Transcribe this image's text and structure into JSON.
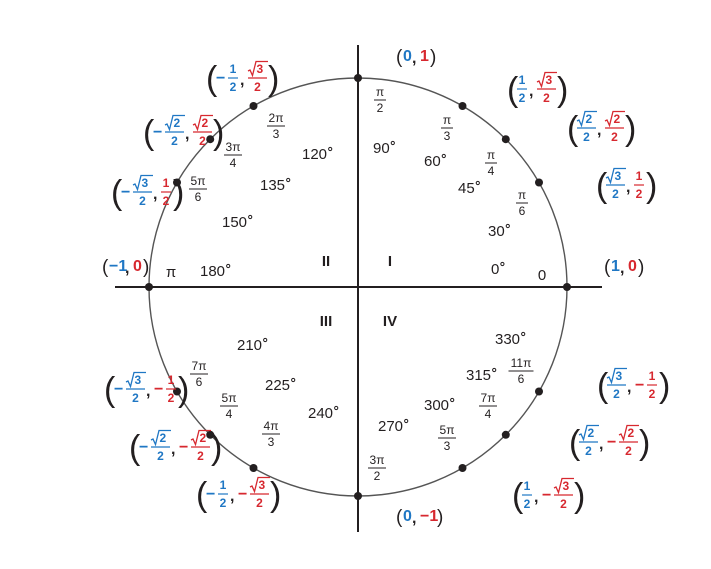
{
  "colors": {
    "x_coordinate": "#1f77c4",
    "y_coordinate": "#d7282f",
    "ink": "#231f20"
  },
  "quadrants": [
    "I",
    "II",
    "III",
    "IV"
  ],
  "points": [
    {
      "deg": "0",
      "rad": {
        "num": "",
        "den": "",
        "plain": "0"
      },
      "x": {
        "sign": "",
        "num": "1",
        "den": "",
        "sqrt": false
      },
      "y": {
        "sign": "",
        "num": "0",
        "den": "",
        "sqrt": false
      }
    },
    {
      "deg": "30",
      "rad": {
        "num": "π",
        "den": "6"
      },
      "x": {
        "sign": "",
        "num": "3",
        "den": "2",
        "sqrt": true
      },
      "y": {
        "sign": "",
        "num": "1",
        "den": "2",
        "sqrt": false
      }
    },
    {
      "deg": "45",
      "rad": {
        "num": "π",
        "den": "4"
      },
      "x": {
        "sign": "",
        "num": "2",
        "den": "2",
        "sqrt": true
      },
      "y": {
        "sign": "",
        "num": "2",
        "den": "2",
        "sqrt": true
      }
    },
    {
      "deg": "60",
      "rad": {
        "num": "π",
        "den": "3"
      },
      "x": {
        "sign": "",
        "num": "1",
        "den": "2",
        "sqrt": false
      },
      "y": {
        "sign": "",
        "num": "3",
        "den": "2",
        "sqrt": true
      }
    },
    {
      "deg": "90",
      "rad": {
        "num": "π",
        "den": "2"
      },
      "x": {
        "sign": "",
        "num": "0",
        "den": "",
        "sqrt": false
      },
      "y": {
        "sign": "",
        "num": "1",
        "den": "",
        "sqrt": false
      }
    },
    {
      "deg": "120",
      "rad": {
        "num": "2π",
        "den": "3"
      },
      "x": {
        "sign": "−",
        "num": "1",
        "den": "2",
        "sqrt": false
      },
      "y": {
        "sign": "",
        "num": "3",
        "den": "2",
        "sqrt": true
      }
    },
    {
      "deg": "135",
      "rad": {
        "num": "3π",
        "den": "4"
      },
      "x": {
        "sign": "−",
        "num": "2",
        "den": "2",
        "sqrt": true
      },
      "y": {
        "sign": "",
        "num": "2",
        "den": "2",
        "sqrt": true
      }
    },
    {
      "deg": "150",
      "rad": {
        "num": "5π",
        "den": "6"
      },
      "x": {
        "sign": "−",
        "num": "3",
        "den": "2",
        "sqrt": true
      },
      "y": {
        "sign": "",
        "num": "1",
        "den": "2",
        "sqrt": false
      }
    },
    {
      "deg": "180",
      "rad": {
        "num": "",
        "den": "",
        "plain": "π"
      },
      "x": {
        "sign": "−",
        "num": "1",
        "den": "",
        "sqrt": false
      },
      "y": {
        "sign": "",
        "num": "0",
        "den": "",
        "sqrt": false
      }
    },
    {
      "deg": "210",
      "rad": {
        "num": "7π",
        "den": "6"
      },
      "x": {
        "sign": "−",
        "num": "3",
        "den": "2",
        "sqrt": true
      },
      "y": {
        "sign": "−",
        "num": "1",
        "den": "2",
        "sqrt": false
      }
    },
    {
      "deg": "225",
      "rad": {
        "num": "5π",
        "den": "4"
      },
      "x": {
        "sign": "−",
        "num": "2",
        "den": "2",
        "sqrt": true
      },
      "y": {
        "sign": "−",
        "num": "2",
        "den": "2",
        "sqrt": true
      }
    },
    {
      "deg": "240",
      "rad": {
        "num": "4π",
        "den": "3"
      },
      "x": {
        "sign": "−",
        "num": "1",
        "den": "2",
        "sqrt": false
      },
      "y": {
        "sign": "−",
        "num": "3",
        "den": "2",
        "sqrt": true
      }
    },
    {
      "deg": "270",
      "rad": {
        "num": "3π",
        "den": "2"
      },
      "x": {
        "sign": "",
        "num": "0",
        "den": "",
        "sqrt": false
      },
      "y": {
        "sign": "−",
        "num": "1",
        "den": "",
        "sqrt": false
      }
    },
    {
      "deg": "300",
      "rad": {
        "num": "5π",
        "den": "3"
      },
      "x": {
        "sign": "",
        "num": "1",
        "den": "2",
        "sqrt": false
      },
      "y": {
        "sign": "−",
        "num": "3",
        "den": "2",
        "sqrt": true
      }
    },
    {
      "deg": "315",
      "rad": {
        "num": "7π",
        "den": "4"
      },
      "x": {
        "sign": "",
        "num": "2",
        "den": "2",
        "sqrt": true
      },
      "y": {
        "sign": "−",
        "num": "2",
        "den": "2",
        "sqrt": true
      }
    },
    {
      "deg": "330",
      "rad": {
        "num": "11π",
        "den": "6"
      },
      "x": {
        "sign": "",
        "num": "3",
        "den": "2",
        "sqrt": true
      },
      "y": {
        "sign": "−",
        "num": "1",
        "den": "2",
        "sqrt": false
      }
    }
  ]
}
